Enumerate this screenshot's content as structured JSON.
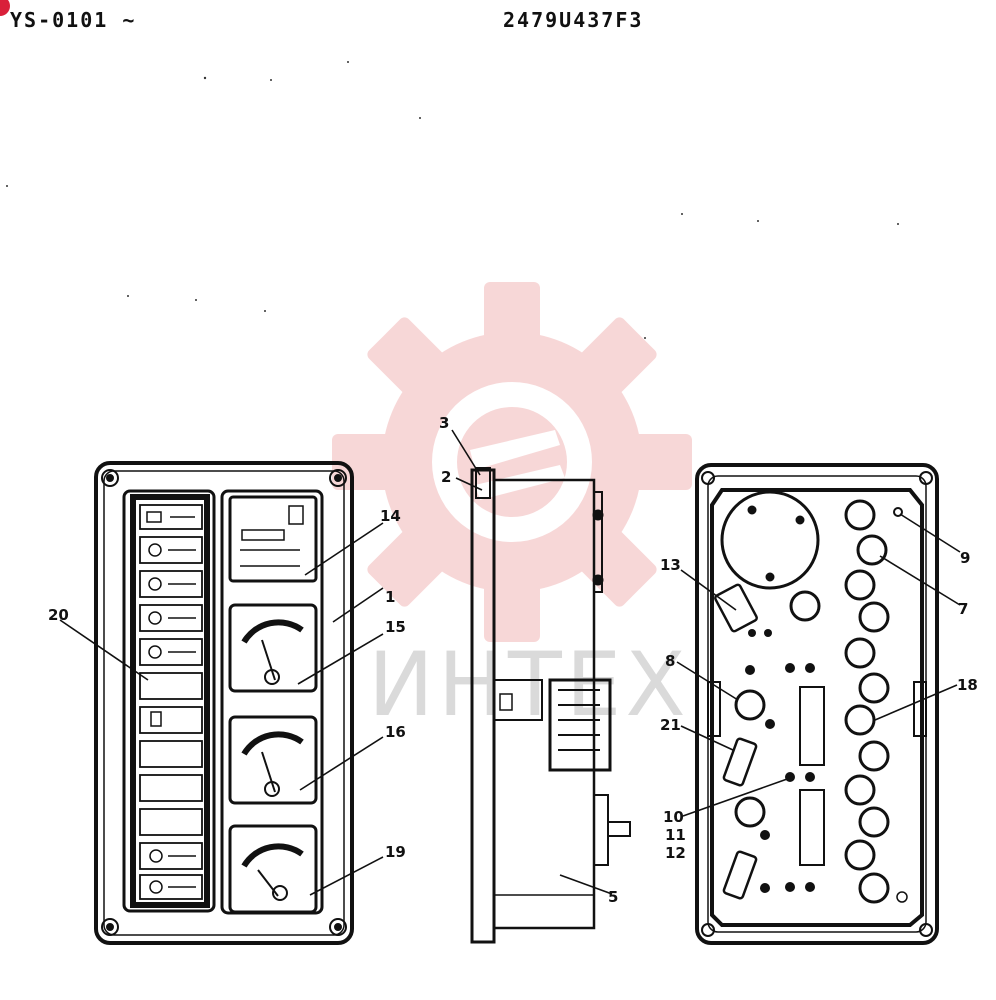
{
  "header": {
    "left_code": "YS-0101 ~",
    "right_code": "2479U437F3"
  },
  "watermark": {
    "text": "ИНТЕХ",
    "gear_color": "#f2b8b8"
  },
  "callouts": {
    "c1": "1",
    "c2": "2",
    "c3": "3",
    "c5": "5",
    "c7": "7",
    "c8": "8",
    "c9": "9",
    "c10": "10",
    "c11": "11",
    "c12": "12",
    "c13": "13",
    "c14": "14",
    "c15": "15",
    "c16": "16",
    "c18": "18",
    "c19": "19",
    "c20": "20",
    "c21": "21"
  }
}
